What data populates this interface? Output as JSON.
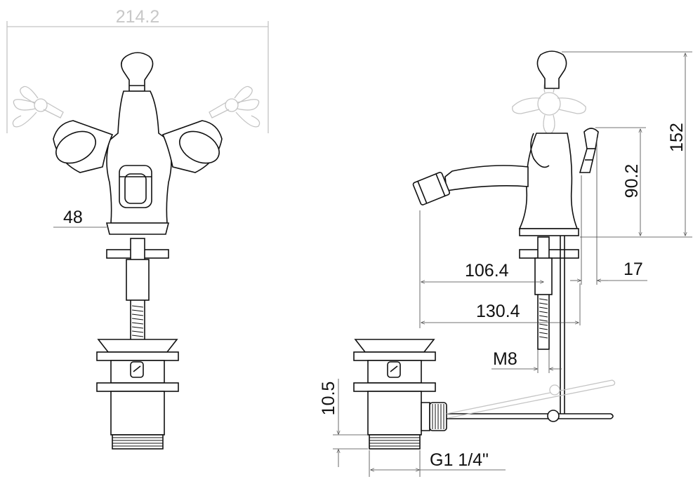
{
  "dimensions": {
    "overall_width": "214.2",
    "base_diameter": "48",
    "total_height": "152",
    "spout_height": "90.2",
    "spout_reach": "106.4",
    "waste_reach": "130.4",
    "pop_up_offset": "17",
    "stud_thread": "M8",
    "waste_height": "10.5",
    "waste_thread": "G1 1/4\""
  }
}
